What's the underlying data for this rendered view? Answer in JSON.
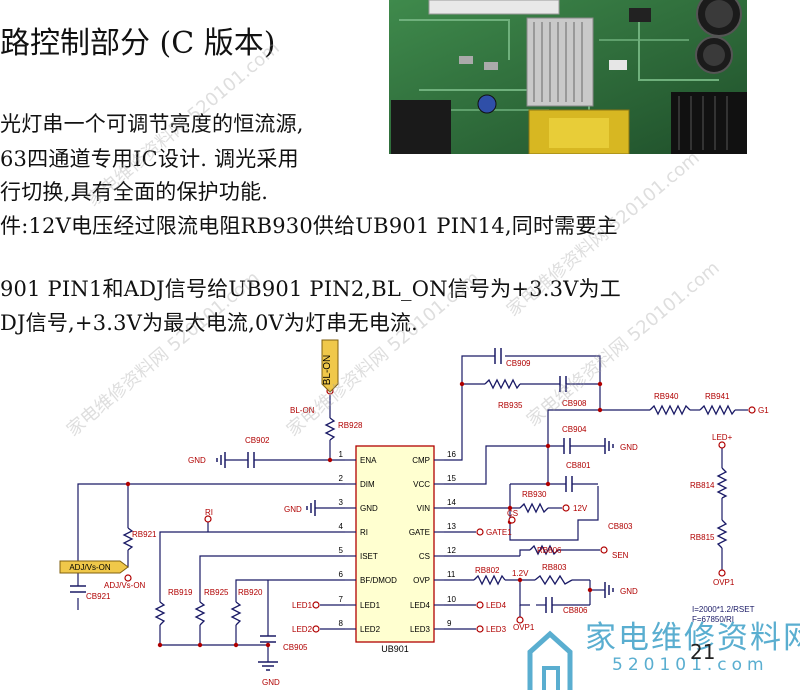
{
  "title": "路控制部分 (C 版本)",
  "body_lines": [
    "光灯串一个可调节亮度的恒流源,",
    "63四通道专用IC设计. 调光采用",
    "行切换,具有全面的保护功能.",
    "件:12V电压经过限流电阻RB930供给UB901 PIN14,同时需要主",
    "901 PIN1和ADJ信号给UB901 PIN2,BL_ON信号为+3.3V为工",
    "DJ信号,+3.3V为最大电流,0V为灯串无电流."
  ],
  "schematic": {
    "ic_name": "UB901",
    "left_pins": [
      {
        "num": "1",
        "name": "ENA"
      },
      {
        "num": "2",
        "name": "DIM"
      },
      {
        "num": "3",
        "name": "GND"
      },
      {
        "num": "4",
        "name": "RI"
      },
      {
        "num": "5",
        "name": "ISET"
      },
      {
        "num": "6",
        "name": "BF/DMOD"
      },
      {
        "num": "7",
        "name": "LED1"
      },
      {
        "num": "8",
        "name": "LED2"
      }
    ],
    "right_pins": [
      {
        "num": "16",
        "name": "CMP"
      },
      {
        "num": "15",
        "name": "VCC"
      },
      {
        "num": "14",
        "name": "VIN"
      },
      {
        "num": "13",
        "name": "GATE"
      },
      {
        "num": "12",
        "name": "CS"
      },
      {
        "num": "11",
        "name": "OVP"
      },
      {
        "num": "10",
        "name": "LED4"
      },
      {
        "num": "9",
        "name": "LED3"
      }
    ],
    "labels": {
      "bl_on_flag": "BL-ON",
      "bl_on": "BL-ON",
      "rb928": "RB928",
      "cb902": "CB902",
      "gnd_left": "GND",
      "gnd_pin3": "GND",
      "ri": "RI",
      "rb921": "RB921",
      "adj_flag": "ADJ/Vs-ON",
      "adj": "ADJ/Vs-ON",
      "cb921": "CB921",
      "rb919": "RB919",
      "rb925": "RB925",
      "rb920": "RB920",
      "led1": "LED1",
      "led2": "LED2",
      "cb905": "CB905",
      "gnd_bottom": "GND",
      "cb909": "CB909",
      "rb935": "RB935",
      "cb908": "CB908",
      "rb940": "RB940",
      "rb941": "RB941",
      "g1": "G1",
      "cb904": "CB904",
      "gnd_cb904": "GND",
      "cb801": "CB801",
      "rb930": "RB930",
      "v12": "12V",
      "cs": "CS",
      "gate1": "GATE1",
      "cb803": "CB803",
      "rb806": "RB806",
      "sen": "SEN",
      "rb802": "RB802",
      "v12b": "1.2V",
      "rb803": "RB803",
      "gnd_ovp": "GND",
      "cb806": "CB806",
      "ovp1": "OVP1",
      "led4": "LED4",
      "led3": "LED3",
      "led_plus": "LED+",
      "rb814": "RB814",
      "rb815": "RB815",
      "ovp1_right": "OVP1",
      "formula1": "I=2000*1.2/RSET",
      "formula2": "F=67850/RI"
    }
  },
  "watermark": "家电维修资料网 520101.com",
  "logo": {
    "name": "家电维修资料网",
    "url": "520101.com"
  },
  "page_number": "21",
  "colors": {
    "ic_fill": "#ffffd0",
    "wire": "#1a1a66",
    "label": "#b00000",
    "pin": "#000000",
    "resistor": "#1a1a66",
    "logo": "#5aaed0"
  }
}
